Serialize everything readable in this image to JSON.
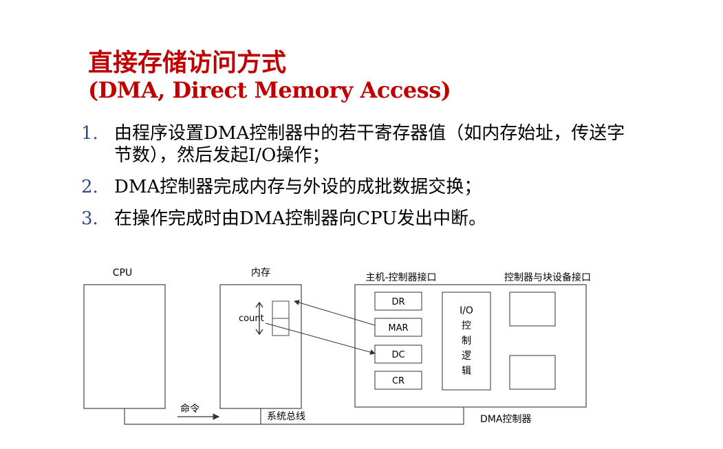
{
  "title": {
    "line1": "直接存储访问方式",
    "line2": "(DMA, Direct Memory Access)"
  },
  "steps": [
    {
      "num": "1.",
      "text": "由程序设置DMA控制器中的若干寄存器值（如内存始址，传送字节数），然后发起I/O操作；"
    },
    {
      "num": "2.",
      "text": "DMA控制器完成内存与外设的成批数据交换；"
    },
    {
      "num": "3.",
      "text": "在操作完成时由DMA控制器向CPU发出中断。"
    }
  ],
  "diagram": {
    "cpu_label": "CPU",
    "memory_label": "内存",
    "host_interface_label": "主机-控制器接口",
    "device_interface_label": "控制器与块设备接口",
    "registers": [
      "DR",
      "MAR",
      "DC",
      "CR"
    ],
    "io_logic_label": [
      "I/O",
      "控",
      "制",
      "逻",
      "辑"
    ],
    "count_label": "count",
    "command_label": "命令",
    "bus_label": "系统总线",
    "dma_label": "DMA控制器"
  },
  "colors": {
    "title": "#c00000",
    "number": "#2e4a8c"
  }
}
